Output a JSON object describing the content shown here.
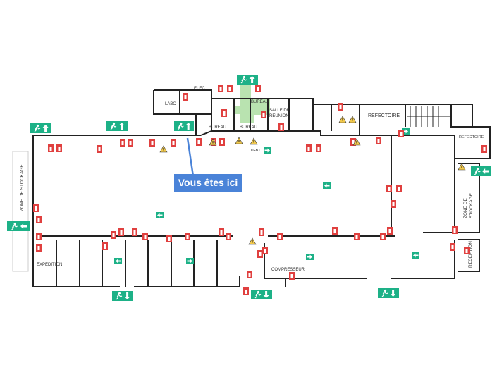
{
  "labels": {
    "labo": "LABO",
    "elec": "ELEC",
    "bureau1": "BUREAU",
    "bureau2": "BUREAU",
    "bureau3": "BUREAU",
    "salle_de": "SALLE DE",
    "reunion": "REUNION",
    "refectoire_main": "REFECTOIRE",
    "refectoire_small": "REFECTOIRE",
    "tgbt": "TGBT",
    "zone_stockage_left": "ZONE DE STOCKAGE",
    "zone_stockage_right_1": "ZONE DE",
    "zone_stockage_right_2": "STOCKAGE",
    "reception": "RECEPTION",
    "expedition": "EXPEDITION",
    "compresseur": "COMPRESSEUR"
  },
  "you_are_here": "Vous êtes ici",
  "colors": {
    "wall": "#222222",
    "exit_green": "#1db187",
    "fire_red": "#e0403f",
    "warning_yellow": "#f2c94c",
    "here_blue": "#4a83d8",
    "corridor": "#b9e3b0"
  },
  "icon_names": {
    "emergency_exit": "emergency-exit-icon",
    "direction_arrow": "exit-direction-arrow-icon",
    "fire_extinguisher": "fire-extinguisher-icon",
    "fire_hose": "fire-hose-icon",
    "warning": "warning-triangle-icon",
    "first_aid": "first-aid-icon"
  }
}
